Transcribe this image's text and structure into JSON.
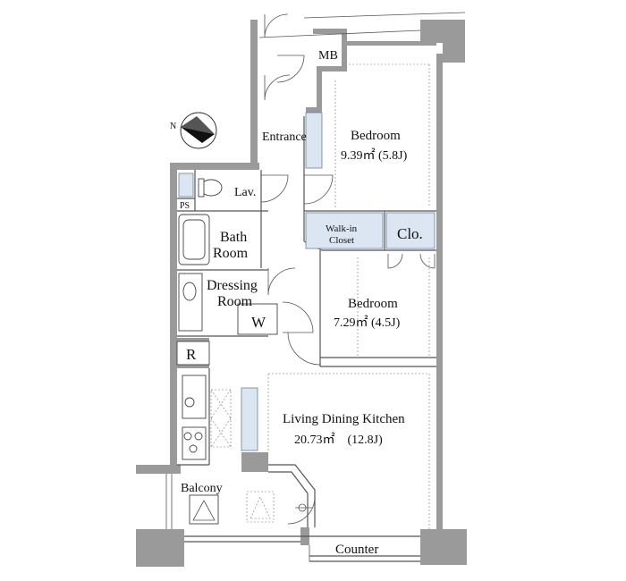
{
  "rooms": {
    "mb": "MB",
    "entrance": "Entrance",
    "bedroom1_name": "Bedroom",
    "bedroom1_area": "9.39㎡ (5.8J)",
    "lav": "Lav.",
    "ps": "PS",
    "walkin_line1": "Walk-in",
    "walkin_line2": "Closet",
    "clo": "Clo.",
    "bath_line1": "Bath",
    "bath_line2": "Room",
    "dressing_line1": "Dressing",
    "dressing_line2": "Room",
    "w": "W",
    "bedroom2_name": "Bedroom",
    "bedroom2_area": "7.29㎡ (4.5J)",
    "r": "R",
    "ldk_name": "Living Dining Kitchen",
    "ldk_area": "20.73㎡　(12.8J)",
    "balcony": "Balcony",
    "counter": "Counter"
  },
  "compass": {
    "north_label": "N"
  },
  "colors": {
    "wall": "#9a9a9a",
    "closet_fill": "#dce6f3",
    "line": "#555555"
  }
}
